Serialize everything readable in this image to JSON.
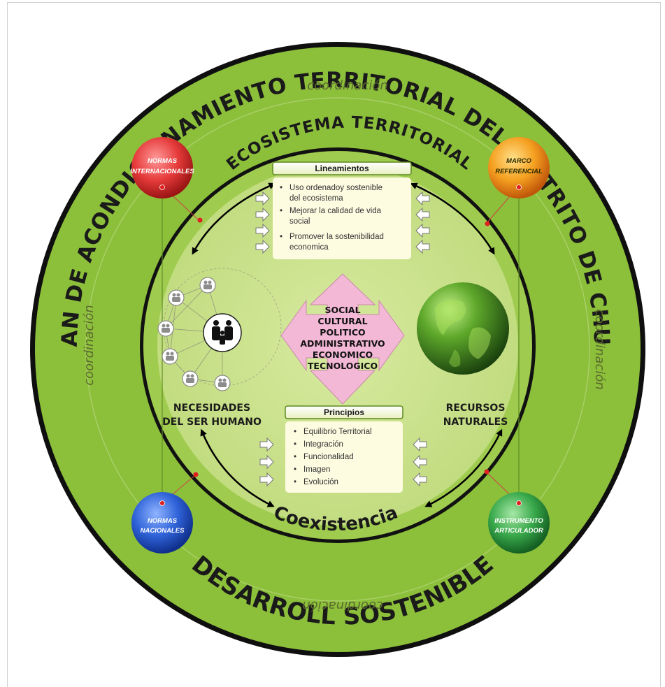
{
  "title_top": "PLAN DE ACONDICIONAMIENTO TERRITORIAL DEL DISTRITO DE CHUPA",
  "title_bottom": "DESARROLL SOSTENIBLE",
  "ecosistema": "ECOSISTEMA TERRITORIAL",
  "coexistencia": "Coexistencia",
  "coordinacion": [
    "coordinación",
    "coordinación",
    "coordinación",
    "coordinación"
  ],
  "nodes": {
    "top_left": [
      "NORMAS",
      "INTERNACIONALES"
    ],
    "top_right": [
      "MARCO",
      "REFERENCIAL"
    ],
    "bottom_left": [
      "NORMAS",
      "NACIONALES"
    ],
    "bottom_right": [
      "INSTRUMENTO",
      "ARTICULADOR"
    ]
  },
  "lineamientos": {
    "heading": "Lineamientos",
    "items": [
      [
        "Uso ordenadoy sostenible",
        "del ecosistema"
      ],
      [
        "Mejorar la calidad de vida",
        "social"
      ],
      [
        "Promover la sostenibilidad",
        "economica"
      ]
    ]
  },
  "principios": {
    "heading": "Principios",
    "items": [
      "Equilibrio Territorial",
      "Integración",
      "Funcionalidad",
      "Imagen",
      "Evolución"
    ]
  },
  "center_words": [
    "SOCIAL",
    "CULTURAL",
    "POLITICO",
    "ADMINISTRATIVO",
    "ECONOMICO",
    "TECNOLOGICO"
  ],
  "necesidades": [
    "NECESIDADES",
    "DEL SER HUMANO"
  ],
  "recursos": [
    "RECURSOS",
    "NATURALES"
  ],
  "colors": {
    "outer_ring": "#8cbf3a",
    "inner_disc": "#c9e08a",
    "lineamientos_box": "#fdfbe0",
    "center_arrow": "#f3b8d6",
    "node_red": "#e63b3b",
    "node_orange": "#f5a020",
    "node_blue": "#2f63d8",
    "node_green": "#38a84a"
  }
}
